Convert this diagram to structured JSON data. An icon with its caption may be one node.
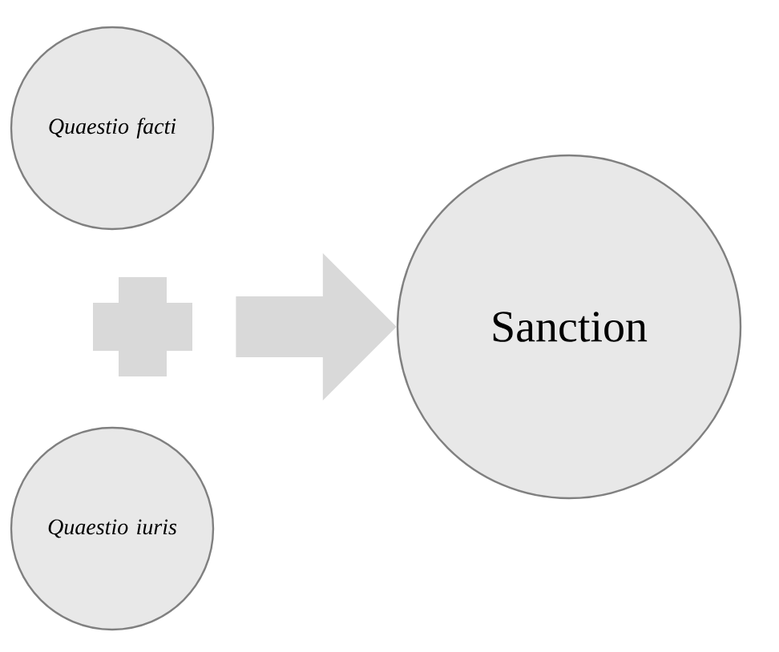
{
  "diagram": {
    "nodes": [
      {
        "text": [
          "*Quaestio facti*"
        ]
      },
      {
        "text": [],
        "shape": "plus"
      },
      {
        "text": [
          "*Quaestio iuris*"
        ]
      },
      {
        "text": [
          "Sanction"
        ]
      }
    ],
    "edges": [
      {
        "from": 1,
        "to": 3,
        "arrow": "to"
      }
    ]
  }
}
